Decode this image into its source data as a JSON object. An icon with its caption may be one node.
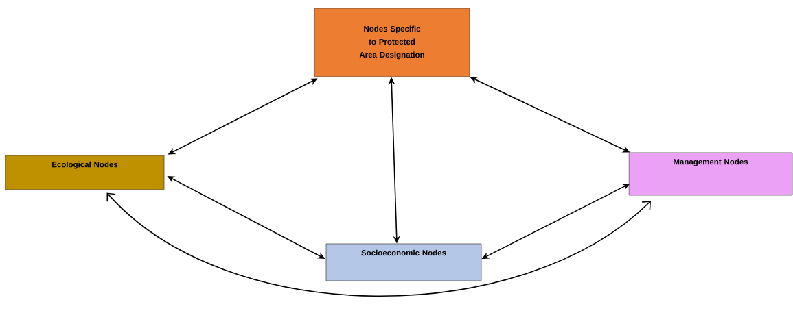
{
  "diagram": {
    "nodes": [
      {
        "text": [
          "Nodes Specific to Protected Area Designation"
        ]
      },
      {
        "text": [
          "Ecological Nodes"
        ]
      },
      {
        "text": [
          "Management Nodes"
        ]
      },
      {
        "text": [
          "Socioeconomic Nodes"
        ]
      }
    ],
    "edges": [
      {
        "from": 0,
        "to": 1,
        "arrow": "both"
      },
      {
        "from": 0,
        "to": 3,
        "arrow": "both"
      },
      {
        "from": 0,
        "to": 2,
        "arrow": "both"
      },
      {
        "from": 1,
        "to": 3,
        "arrow": "both"
      },
      {
        "from": 3,
        "to": 2,
        "arrow": "both"
      },
      {
        "from": 1,
        "to": 2,
        "arrow": "both"
      }
    ]
  }
}
